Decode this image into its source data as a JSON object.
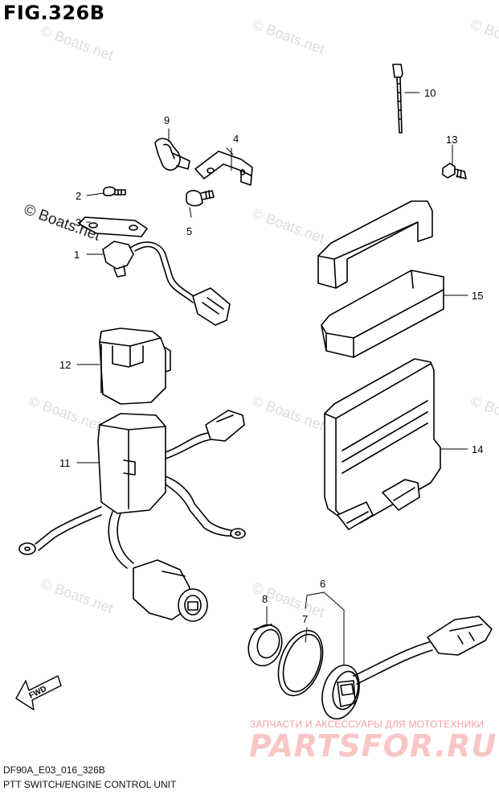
{
  "figure": {
    "title": "FIG.326B"
  },
  "footer": {
    "code": "DF90A_E03_016_326B",
    "description": "PTT SWITCH/ENGINE CONTROL UNIT"
  },
  "watermarks": {
    "boats": "© Boats.net",
    "copyright": "© Boats.net",
    "ru_line": "ЗАПЧАСТИ И АКСЕССУАРЫ ДЛЯ МОТОТЕХНИКИ",
    "ru_site": "PARTSFOR.RU"
  },
  "fwd_label": "FWD",
  "callouts": [
    {
      "number": "1"
    },
    {
      "number": "2"
    },
    {
      "number": "3"
    },
    {
      "number": "4"
    },
    {
      "number": "5"
    },
    {
      "number": "6"
    },
    {
      "number": "7"
    },
    {
      "number": "8"
    },
    {
      "number": "9"
    },
    {
      "number": "10"
    },
    {
      "number": "11"
    },
    {
      "number": "12"
    },
    {
      "number": "13"
    },
    {
      "number": "14"
    },
    {
      "number": "15"
    }
  ]
}
